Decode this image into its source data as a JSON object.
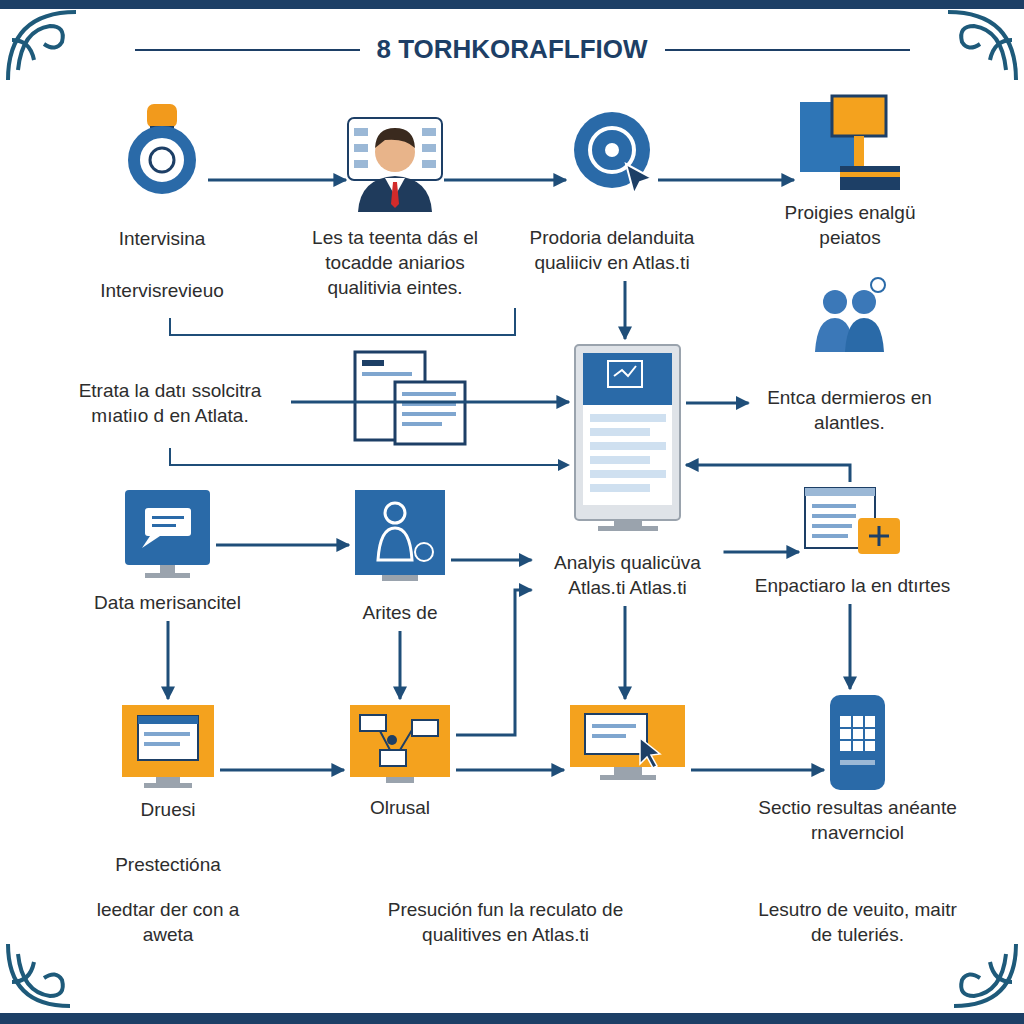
{
  "diagram": {
    "title": "8 TORHKORAFLFIOW",
    "nodes": [
      {
        "text": [
          "Intervisina",
          "Intervisrevieuo"
        ]
      },
      {
        "text": [
          "Les ta teenta dás el tocadde aniarios qualitivia eintes."
        ]
      },
      {
        "text": [
          "Prodoria delanduita qualiiciv en Atlas.ti"
        ]
      },
      {
        "text": [
          "Proigies enalgü peiatos"
        ]
      },
      {
        "text": [
          "Etrata la datı ssolcitra mıatiıo d en Atlata."
        ]
      },
      {
        "text": [
          "Analyis qualicüva Atlas.ti Atlas.ti"
        ]
      },
      {
        "text": [
          "Entca dermieros en alantles."
        ]
      },
      {
        "text": [
          "Data merisancitel"
        ]
      },
      {
        "text": [
          "Arites de"
        ]
      },
      {
        "text": [
          "Enpactiaro la en dtırtes"
        ]
      },
      {
        "text": [
          "Druesi",
          "Prestectióna",
          "leedtar der con a aweta"
        ]
      },
      {
        "text": [
          "Olrusal"
        ]
      },
      {
        "text": [
          "Presución fun la reculato de qualitives en Atlas.ti"
        ]
      },
      {
        "text": [
          "Sectio resultas anéante rnavernciol",
          "Lesutro de veuito, maitr de tuleriés."
        ]
      }
    ],
    "edges": [
      {
        "from": 0,
        "to": 1,
        "arrow": "to"
      },
      {
        "from": 1,
        "to": 2,
        "arrow": "to"
      },
      {
        "from": 2,
        "to": 3,
        "arrow": "to"
      },
      {
        "from": 2,
        "to": 5,
        "arrow": "to"
      },
      {
        "from": 4,
        "to": 5,
        "arrow": "to"
      },
      {
        "from": 5,
        "to": 6,
        "arrow": "to"
      },
      {
        "from": 9,
        "to": 5,
        "arrow": "to"
      },
      {
        "from": 7,
        "to": 8,
        "arrow": "to"
      },
      {
        "from": 8,
        "to": 5,
        "arrow": "to"
      },
      {
        "from": 5,
        "to": 9,
        "arrow": "to"
      },
      {
        "from": 7,
        "to": 10,
        "arrow": "to"
      },
      {
        "from": 8,
        "to": 11,
        "arrow": "to"
      },
      {
        "from": 11,
        "to": 5,
        "arrow": "to"
      },
      {
        "from": 5,
        "to": 12,
        "arrow": "to"
      },
      {
        "from": 9,
        "to": 13,
        "arrow": "to"
      },
      {
        "from": 10,
        "to": 11,
        "arrow": "to"
      },
      {
        "from": 11,
        "to": 12,
        "arrow": "to"
      },
      {
        "from": 12,
        "to": 13,
        "arrow": "to"
      }
    ]
  }
}
